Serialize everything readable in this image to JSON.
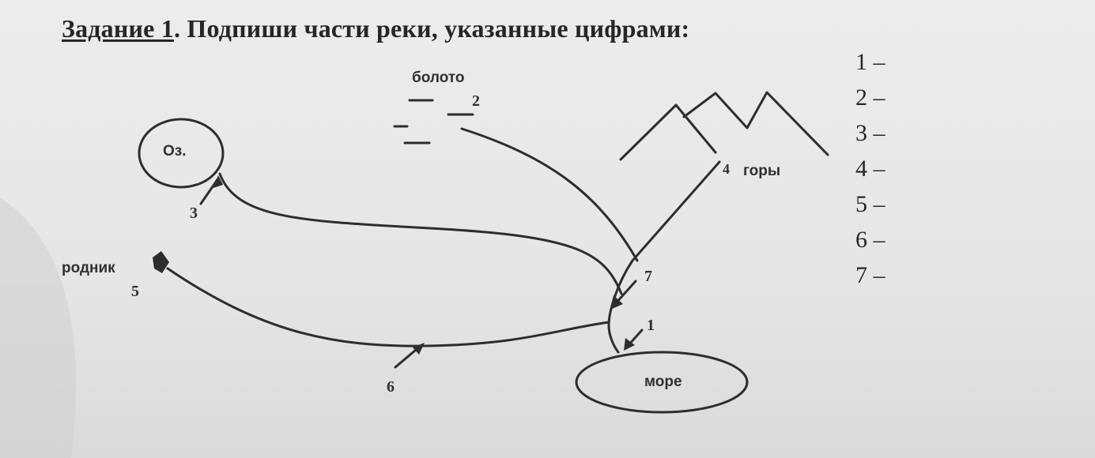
{
  "task": {
    "title_prefix": "Задание 1",
    "title_rest": ". Подпиши части реки, указанные цифрами:"
  },
  "answers": [
    {
      "label": "1 –"
    },
    {
      "label": "2 –"
    },
    {
      "label": "3 –"
    },
    {
      "label": "4 –"
    },
    {
      "label": "5 –"
    },
    {
      "label": "6 –"
    },
    {
      "label": "7 –"
    }
  ],
  "diagram": {
    "labels": {
      "lake": "Оз.",
      "swamp": "болото",
      "mountains": "горы",
      "spring": "родник",
      "sea": "море"
    },
    "numbers": {
      "n1": "1",
      "n2": "2",
      "n3": "3",
      "n4": "4",
      "n5": "5",
      "n6": "6",
      "n7": "7"
    }
  }
}
